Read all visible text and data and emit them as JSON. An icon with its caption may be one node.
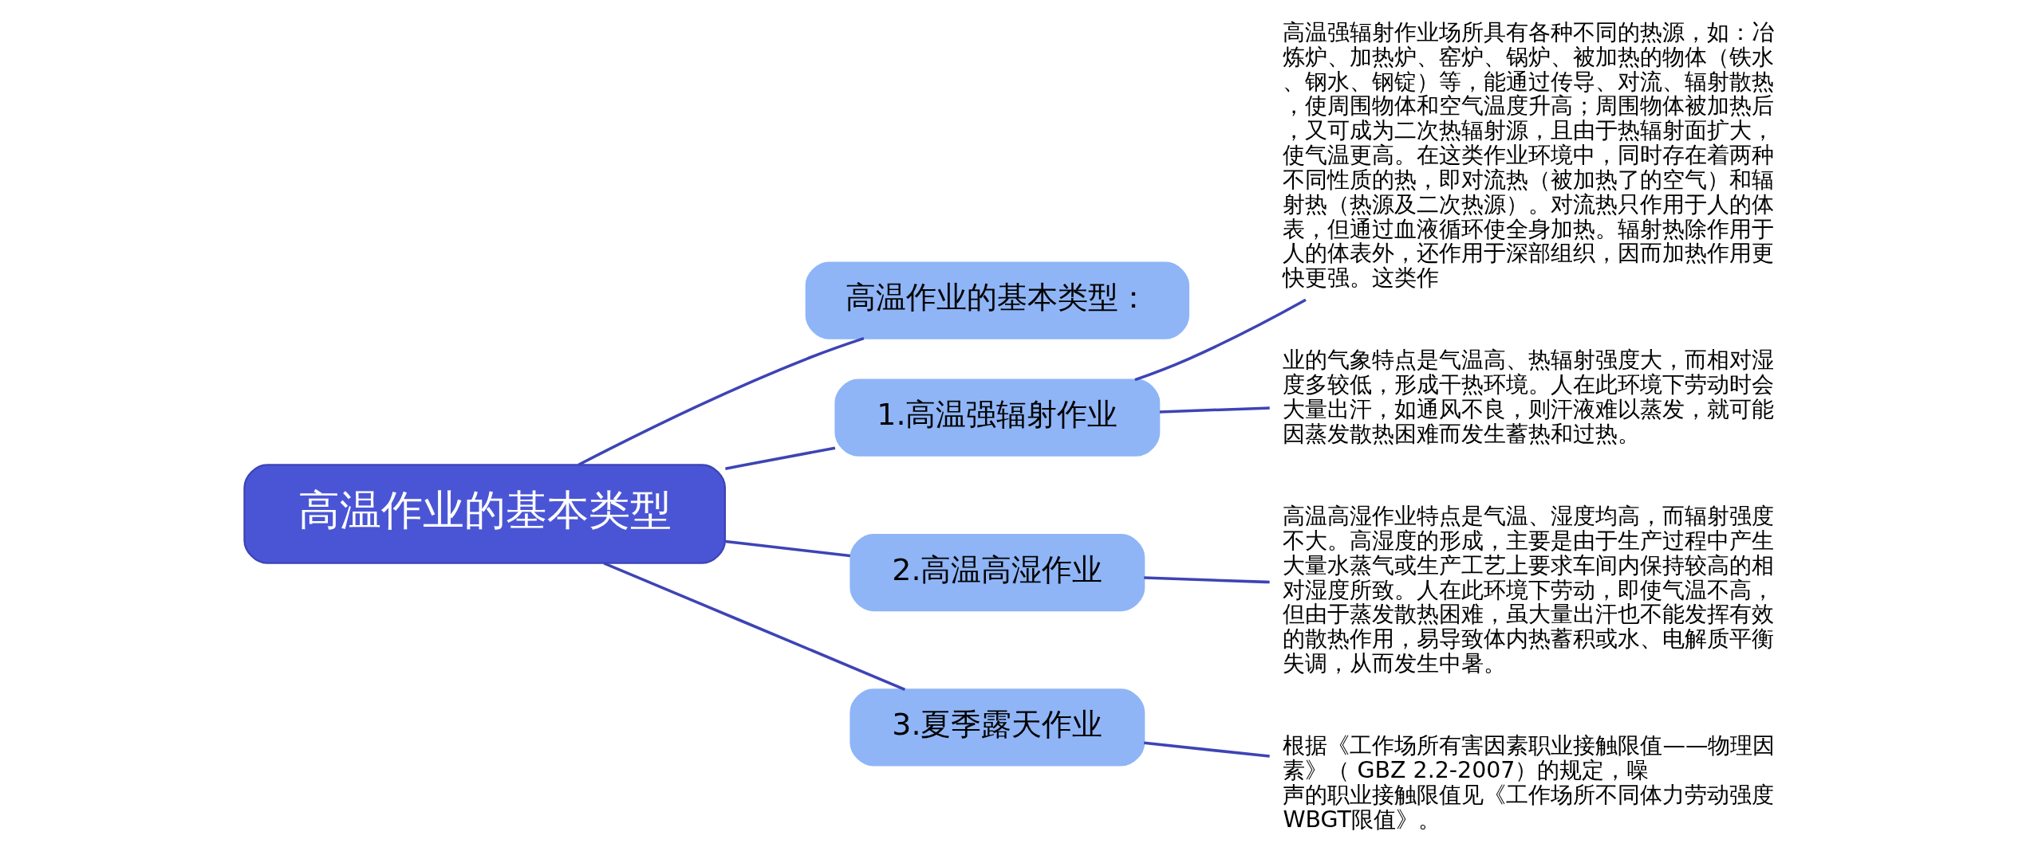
{
  "diagram": {
    "nodes": [
      {
        "text": [
          "高温作业的基本类型"
        ]
      },
      {
        "text": [
          "高温作业的基本类型："
        ]
      },
      {
        "text": [
          "1.高温强辐射作业"
        ]
      },
      {
        "text": [
          "高温强辐射作业场所具有各种不同的热源，如：冶炼炉、加热炉、窑炉、锅炉、被加热的物体（铁水、钢水、钢锭）等，能通过传导、对流、辐射散热，使周围物体和空气温度升高；周围物体被加热后，又可成为二次热辐射源，且由于热辐射面扩大，使气温更高。在这类作业环境中，同时存在着两种不同性质的热，即对流热（被加热了的空气）和辐射热（热源及二次热源）。对流热只作用于人的体表，但通过血液循环使全身加热。辐射热除作用于人的体表外，还作用于深部组织，因而加热作用更快更强。这类作"
        ]
      },
      {
        "text": [
          "业的气象特点是气温高、热辐射强度大，而相对湿度多较低，形成干热环境。人在此环境下劳动时会大量出汗，如通风不良，则汗液难以蒸发，就可能因蒸发散热困难而发生蓄热和过热。"
        ]
      },
      {
        "text": [
          "2.高温高湿作业"
        ]
      },
      {
        "text": [
          "高温高湿作业特点是气温、湿度均高，而辐射强度不大。高湿度的形成，主要是由于生产过程中产生大量水蒸气或生产工艺上要求车间内保持较高的相对湿度所致。人在此环境下劳动，即使气温不高，但由于蒸发散热困难，虽大量出汗也不能发挥有效的散热作用，易导致体内热蓄积或水、电解质平衡失调，从而发生中暑。"
        ]
      },
      {
        "text": [
          "3.夏季露天作业"
        ]
      },
      {
        "text": [
          "根据《工作场所有害因素职业接触限值——物理因素》（ GBZ 2.2-2007）的规定，噪声的职业接触限值见《工作场所不同体力劳动强度WBGT限值》。"
        ]
      }
    ],
    "edges": [
      {
        "from": 0,
        "to": 1,
        "arrow": "none"
      },
      {
        "from": 0,
        "to": 2,
        "arrow": "none"
      },
      {
        "from": 2,
        "to": 3,
        "arrow": "none"
      },
      {
        "from": 2,
        "to": 4,
        "arrow": "none"
      },
      {
        "from": 0,
        "to": 5,
        "arrow": "none"
      },
      {
        "from": 5,
        "to": 6,
        "arrow": "none"
      },
      {
        "from": 0,
        "to": 7,
        "arrow": "none"
      },
      {
        "from": 7,
        "to": 8,
        "arrow": "none"
      }
    ]
  }
}
